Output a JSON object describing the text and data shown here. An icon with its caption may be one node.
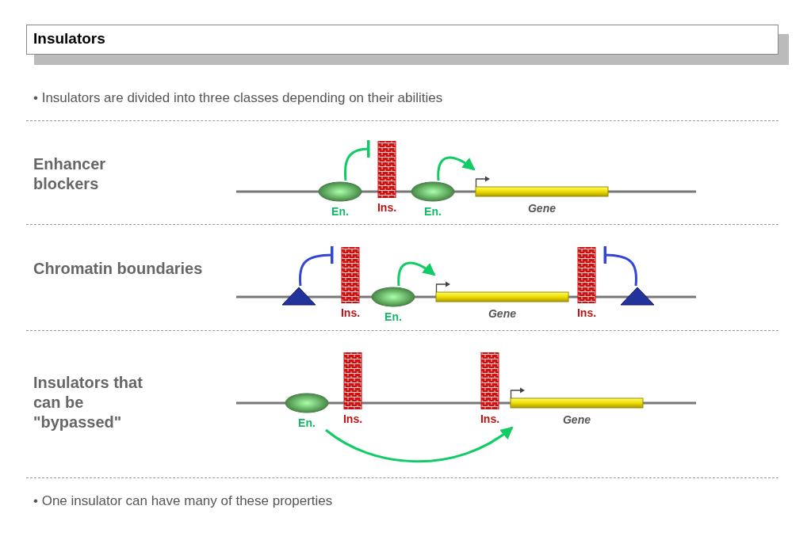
{
  "diagram": {
    "title": "Insulators",
    "nodes": [
      {
        "text": [
          "En."
        ]
      },
      {
        "text": [
          "Ins."
        ]
      },
      {
        "text": [
          "En."
        ]
      },
      {
        "text": [
          "Gene"
        ]
      },
      {
        "text": [],
        "shape": "triangle"
      },
      {
        "text": [
          "Ins."
        ]
      },
      {
        "text": [
          "En."
        ]
      },
      {
        "text": [
          "Gene"
        ]
      },
      {
        "text": [
          "Ins."
        ]
      },
      {
        "text": [],
        "shape": "triangle"
      },
      {
        "text": [
          "En."
        ]
      },
      {
        "text": [
          "Ins."
        ]
      },
      {
        "text": [
          "Ins."
        ]
      },
      {
        "text": [
          "Gene"
        ]
      }
    ],
    "edges": [
      {
        "from": 0,
        "to": 1,
        "arrow": "other"
      },
      {
        "from": 2,
        "to": 3,
        "arrow": "to"
      },
      {
        "from": 4,
        "to": 5,
        "arrow": "other",
        "color": "#3344dd"
      },
      {
        "from": 6,
        "to": 7,
        "arrow": "to"
      },
      {
        "from": 9,
        "to": 8,
        "arrow": "other",
        "color": "#3344dd"
      },
      {
        "from": 10,
        "to": 13,
        "arrow": "to"
      }
    ],
    "labels": [
      "• Insulators are divided into three classes depending on their abilities",
      "Enhancer blockers",
      "Chromatin boundaries",
      "Insulators that can be \"bypassed\"",
      "• One insulator can have many of these properties"
    ]
  }
}
